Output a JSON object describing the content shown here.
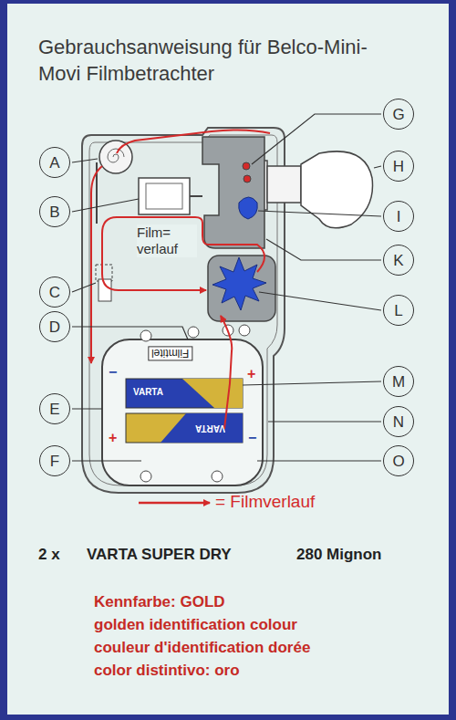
{
  "diagram": {
    "title": "Gebrauchsanweisung für Belco-Mini-Movi Filmbetrachter",
    "nodes": [
      {
        "text": [
          "G"
        ]
      },
      {
        "text": [
          "A"
        ]
      },
      {
        "text": [
          "H"
        ]
      },
      {
        "text": [
          "B"
        ]
      },
      {
        "text": [
          "I"
        ]
      },
      {
        "text": [
          "K"
        ]
      },
      {
        "text": [
          "C"
        ]
      },
      {
        "text": [
          "L"
        ]
      },
      {
        "text": [
          "D"
        ]
      },
      {
        "text": [
          "M"
        ]
      },
      {
        "text": [
          "E"
        ]
      },
      {
        "text": [
          "N"
        ]
      },
      {
        "text": [
          "F"
        ]
      },
      {
        "text": [
          "O"
        ]
      }
    ],
    "labels": [
      "Film= verlauf",
      "Filmtitel",
      "VARTA",
      "VARTA",
      "−",
      "+",
      "+",
      "−",
      "2 x",
      "VARTA SUPER DRY",
      "280 Mignon",
      "Kennfarbe: GOLD",
      "golden identification colour",
      "couleur d'identification dorée",
      "color distintivo: oro"
    ],
    "legend": [
      {
        "text": "= Filmverlauf"
      }
    ]
  }
}
